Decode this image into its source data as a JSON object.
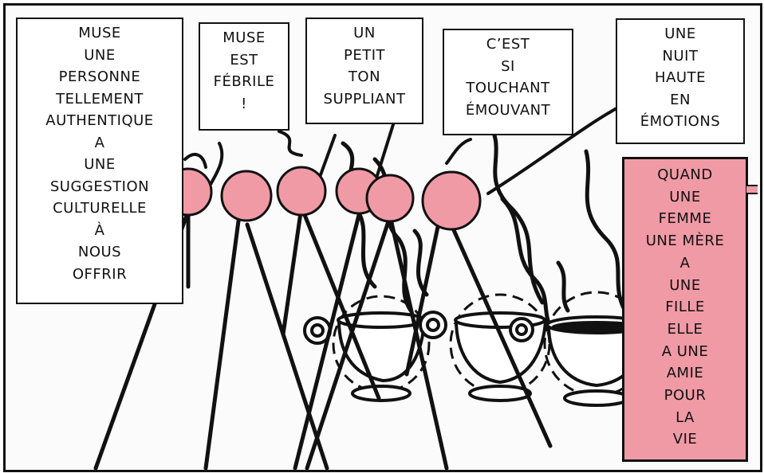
{
  "comic": {
    "bubbles": [
      {
        "id": "bubble-muse-authentique",
        "lines": [
          "MUSE",
          "UNE",
          "PERSONNE",
          "TELLEMENT",
          "AUTHENTIQUE",
          "A",
          "UNE",
          "SUGGESTION",
          "CULTURELLE",
          "À",
          "NOUS",
          "OFFRIR"
        ]
      },
      {
        "id": "bubble-muse-febrile",
        "lines": [
          "MUSE",
          "EST",
          "FÉBRILE",
          "!"
        ]
      },
      {
        "id": "bubble-ton-suppliant",
        "lines": [
          "UN",
          "PETIT",
          "TON",
          "SUPPLIANT"
        ]
      },
      {
        "id": "bubble-si-touchant",
        "lines": [
          "C’EST",
          "SI",
          "TOUCHANT",
          "ÉMOUVANT"
        ]
      },
      {
        "id": "bubble-nuit-emotions",
        "lines": [
          "UNE",
          "NUIT",
          "HAUTE",
          "EN",
          "ÉMOTIONS"
        ]
      }
    ],
    "caption": {
      "lines": [
        "QUAND",
        "UNE",
        "FEMME",
        "UNE MÈRE",
        "A",
        "UNE",
        "FILLE",
        "ELLE",
        "A UNE",
        "AMIE",
        "POUR",
        "LA",
        "VIE"
      ]
    },
    "colors": {
      "pink": "#f09aa6",
      "ink": "#111111",
      "paper": "#ffffff"
    },
    "figures": [
      "pink-head",
      "pink-head",
      "pink-head",
      "pink-head",
      "pink-head",
      "pink-head"
    ],
    "objects": [
      "teacup",
      "teacup",
      "teacup"
    ]
  }
}
